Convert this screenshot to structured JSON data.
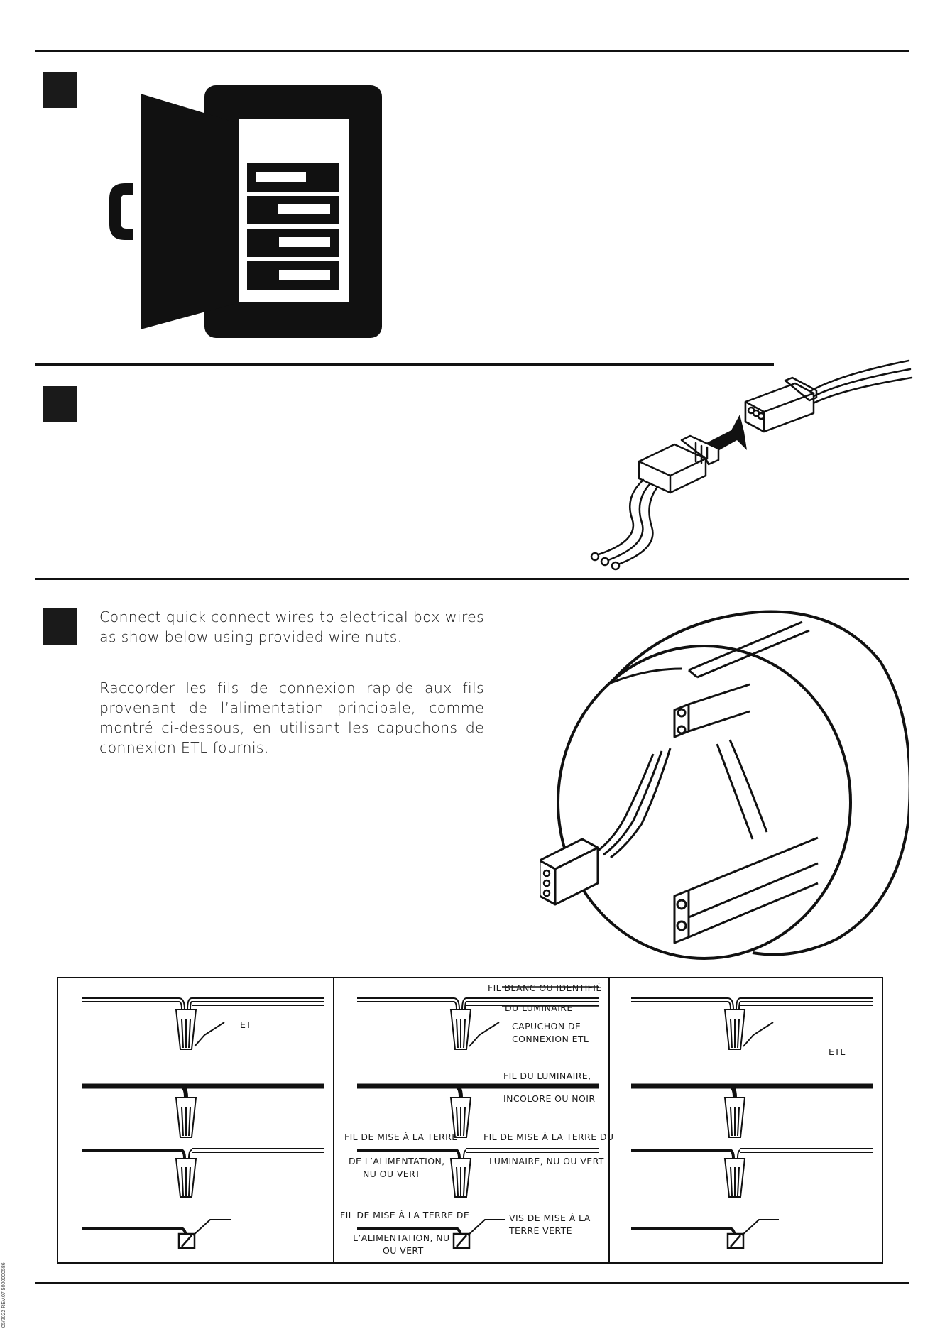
{
  "steps": [
    {
      "number": ""
    },
    {
      "number": ""
    },
    {
      "number": "",
      "text_en": "Connect quick connect wires to electrical box wires as show below using provided wire nuts.",
      "text_fr": "Raccorder les fils de connexion rapide aux fils provenant de l’alimentation principale, comme montré ci-dessous, en utilisant les capuchons de connexion ETL fournis."
    }
  ],
  "wiring_panels": {
    "left": {
      "cap_label": "ET"
    },
    "middle": {
      "white_wire_label_1": "FIL BLANC OU IDENTIFIÉ",
      "white_wire_label_2": "DU LUMINAIRE",
      "cap_label_1": "CAPUCHON DE",
      "cap_label_2": "CONNEXION ETL",
      "fixture_wire_label_1": "FIL DU LUMINAIRE,",
      "fixture_wire_label_2": "INCOLORE OU NOIR",
      "supply_ground_1": "FIL DE MISE À LA TERRE",
      "supply_ground_2": "DE L’ALIMENTATION,",
      "supply_ground_3": "NU OU VERT",
      "fixture_ground_1": "FIL DE MISE À LA TERRE DU",
      "fixture_ground_2": "LUMINAIRE, NU OU VERT",
      "screw_supply_1": "FIL DE MISE À LA TERRE DE",
      "screw_supply_2": "L’ALIMENTATION, NU",
      "screw_supply_3": "OU VERT",
      "screw_label_1": "VIS DE MISE À LA",
      "screw_label_2": "TERRE VERTE"
    },
    "right": {
      "cap_label": "ETL"
    }
  },
  "side_note": "05/2022  REV.07  5000000586"
}
